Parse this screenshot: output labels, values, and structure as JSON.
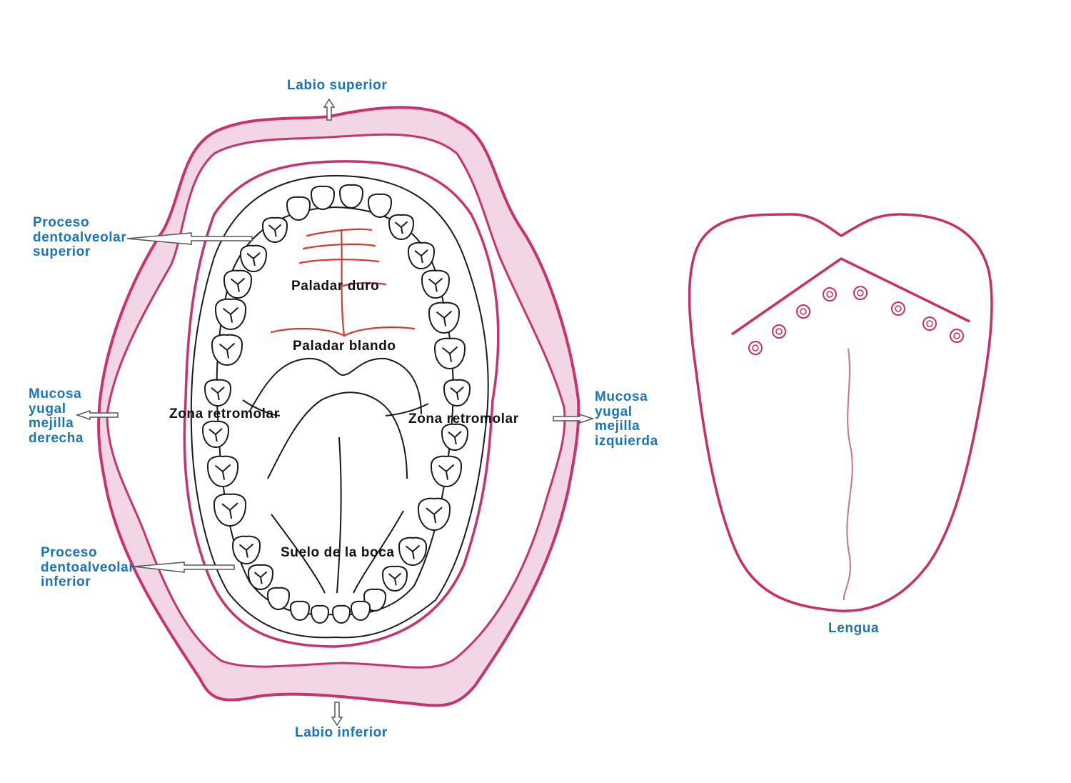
{
  "colors": {
    "label_blue": "#1b74b6",
    "label_black": "#111111",
    "lip_outline": "#c8336d",
    "lip_fill": "#f3d6e6",
    "palate_red": "#d43a2e",
    "tongue_outline": "#cc2f5f"
  },
  "labels": {
    "labio_superior": "Labio superior",
    "labio_inferior": "Labio inferior",
    "proceso_superior": "Proceso\ndentoalveolar\nsuperior",
    "proceso_inferior": "Proceso\ndentoalveolar\ninferior",
    "mucosa_derecha": "Mucosa\nyugal\nmejilla\nderecha",
    "mucosa_izquierda": "Mucosa\nyugal\nmejilla\nizquierda",
    "paladar_duro": "Paladar duro",
    "paladar_blando": "Paladar blando",
    "zona_retromolar_left": "Zona retromolar",
    "zona_retromolar_right": "Zona retromolar",
    "suelo_boca": "Suelo de la boca",
    "lengua": "Lengua"
  }
}
